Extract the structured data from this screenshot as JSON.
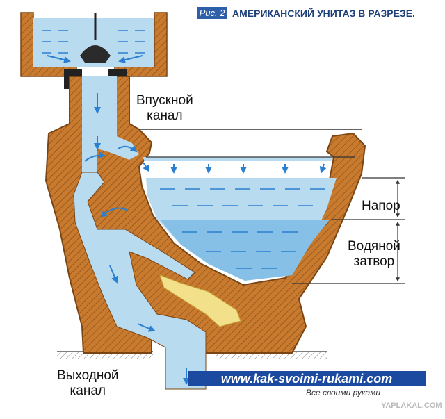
{
  "figure": {
    "label": "Рис. 2",
    "title": "АМЕРИКАНСКИЙ УНИТАЗ В РАЗРЕЗЕ."
  },
  "labels": {
    "inlet_line1": "Впускной",
    "inlet_line2": "канал",
    "head": "Напор",
    "seal_line1": "Водяной",
    "seal_line2": "затвор",
    "outlet_line1": "Выходной",
    "outlet_line2": "канал"
  },
  "website": "www.kak-svoimi-rukami.com",
  "website_caption": "Все своими руками",
  "watermark": "YAPLAKAL.COM",
  "colors": {
    "ceramic": "#c87a2e",
    "ceramic_dark": "#8a4f17",
    "water": "#b9dbf0",
    "water_deep": "#86c0e6",
    "arrow": "#2a7fd0",
    "waste": "#f3e08a"
  }
}
